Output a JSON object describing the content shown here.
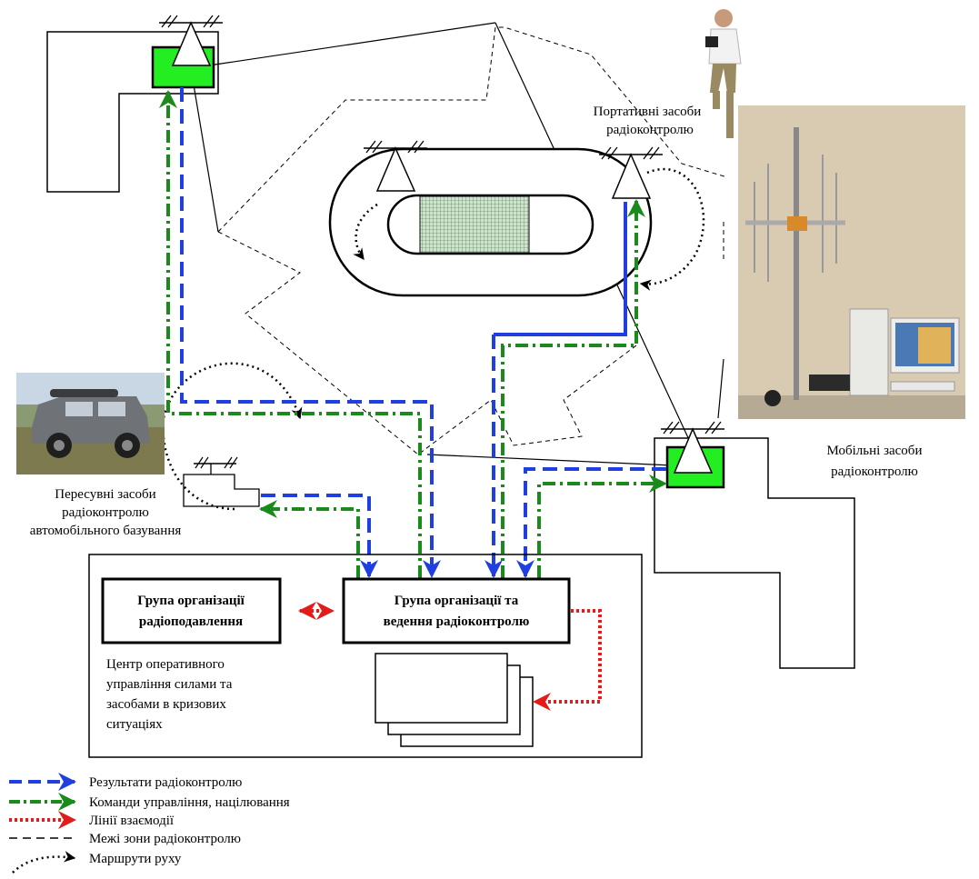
{
  "labels": {
    "portable": [
      "Портативні засоби",
      "радіоконтролю"
    ],
    "mobile": [
      "Мобільні засоби",
      "радіоконтролю"
    ],
    "vehicle": [
      "Пересувні засоби",
      "радіоконтролю",
      "автомобільного базування"
    ],
    "center": [
      "Центр оперативного",
      "управління силами та",
      "засобами в кризових",
      "ситуаціях"
    ]
  },
  "boxes": {
    "suppression": [
      "Група організації",
      "радіоподавлення"
    ],
    "monitoring": [
      "Група організації та",
      "ведення радіоконтролю"
    ]
  },
  "legend": [
    {
      "label": "Результати радіоконтролю",
      "color": "#1f3fe0"
    },
    {
      "label": "Команди управління, націлювання",
      "color": "#1a8a1a"
    },
    {
      "label": "Лінії взаємодії",
      "color": "#e31b1b"
    },
    {
      "label": "Межі зони радіоконтролю",
      "color": "#000000"
    },
    {
      "label": "Маршрути руху",
      "color": "#000000"
    }
  ],
  "colors": {
    "results": "#1f3fe0",
    "commands": "#1a8a1a",
    "interaction": "#e31b1b",
    "station": "#22ee22"
  },
  "photos": {
    "person": "person-with-camcorder",
    "car": "offroad-vehicle",
    "equipment": "antenna-and-computer"
  }
}
